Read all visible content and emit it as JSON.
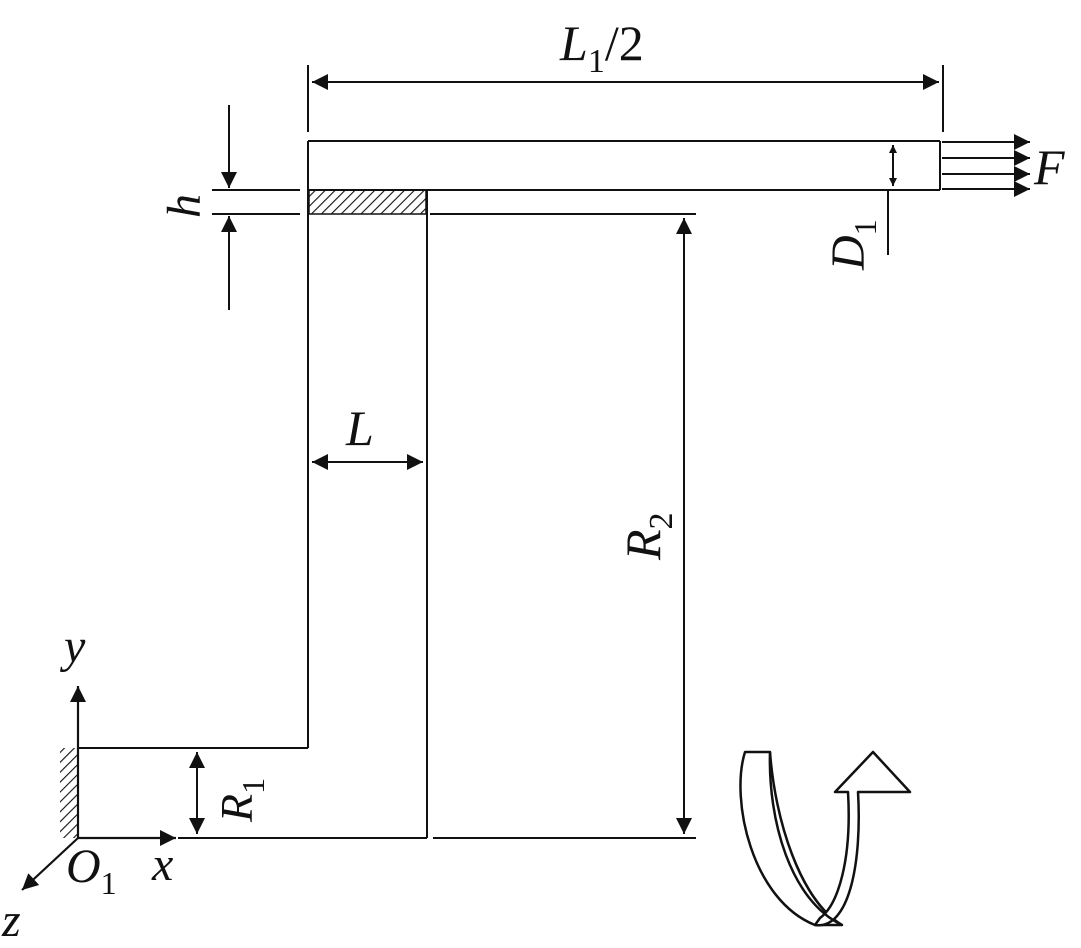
{
  "labels": {
    "top_length": {
      "main": "L",
      "sub": "1",
      "tail": "/2"
    },
    "thickness": "h",
    "diameter": {
      "main": "D",
      "sub": "1"
    },
    "force": "F",
    "width": "L",
    "outer_radius": {
      "main": "R",
      "sub": "2"
    },
    "inner_radius": {
      "main": "R",
      "sub": "1"
    },
    "axis_x": "x",
    "axis_y": "y",
    "axis_z": "z",
    "origin": {
      "main": "O",
      "sub": "1"
    }
  },
  "colors": {
    "stroke": "#111111",
    "background": "#ffffff"
  },
  "icons": {
    "rotation": "rotation-arrow-icon",
    "fixed_support": "fixed-support-hatch-icon"
  }
}
